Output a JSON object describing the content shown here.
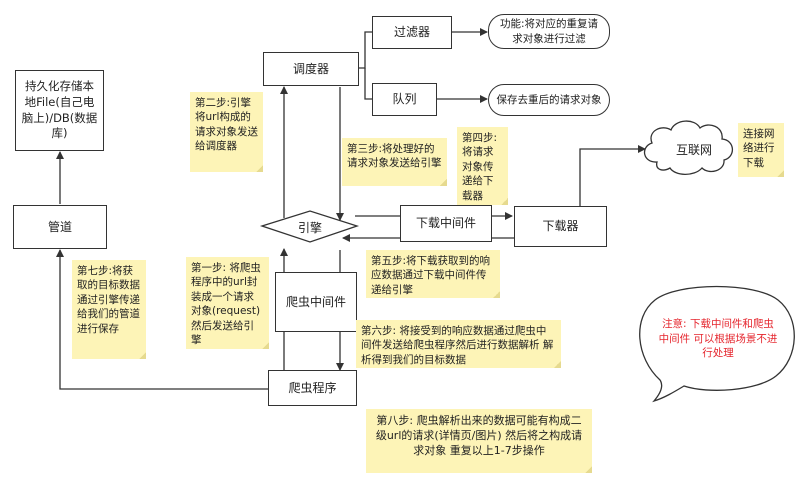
{
  "nodes": {
    "persistence": "持久化存储本地File(自己电脑上)/DB(数据库)",
    "pipeline": "管道",
    "scheduler": "调度器",
    "filter": "过滤器",
    "queue": "队列",
    "engine": "引擎",
    "downloader_middleware": "下载中间件",
    "downloader": "下载器",
    "spider_middleware": "爬虫中间件",
    "spider": "爬虫程序",
    "internet": "互联网"
  },
  "callouts": {
    "filter_desc": "功能:将对应的重复请求对象进行过滤",
    "queue_desc": "保存去重后的请求对象",
    "internet_desc": "连接网络进行下载"
  },
  "notes": {
    "step1": "第一步: 将爬虫程序中的url封装成一个请求对象(request)然后发送给引擎",
    "step2": "第二步:引擎将url构成的请求对象发送给调度器",
    "step3": "第三步:将处理好的请求对象发送给引擎",
    "step4": "第四步:将请求对象传递给下载器",
    "step5": "第五步:将下载获取到的响应数据通过下载中间件传递给引擎",
    "step6": "第六步: 将接受到的响应数据通过爬虫中间件发送给爬虫程序然后进行数据解析 解析得到我们的目标数据",
    "step7": "第七步:将获取的目标数据通过引擎传递给我们的管道进行保存",
    "step8": "第八步: 爬虫解析出来的数据可能有构成二级url的请求(详情页/图片) 然后将之构成请求对象 重复以上1-7步操作"
  },
  "warning": "注意: 下载中间件和爬虫中间件 可以根据场景不进行处理",
  "colors": {
    "note_fill": "#fdf4b7",
    "warning_text": "#e5252d",
    "line": "#333333"
  }
}
